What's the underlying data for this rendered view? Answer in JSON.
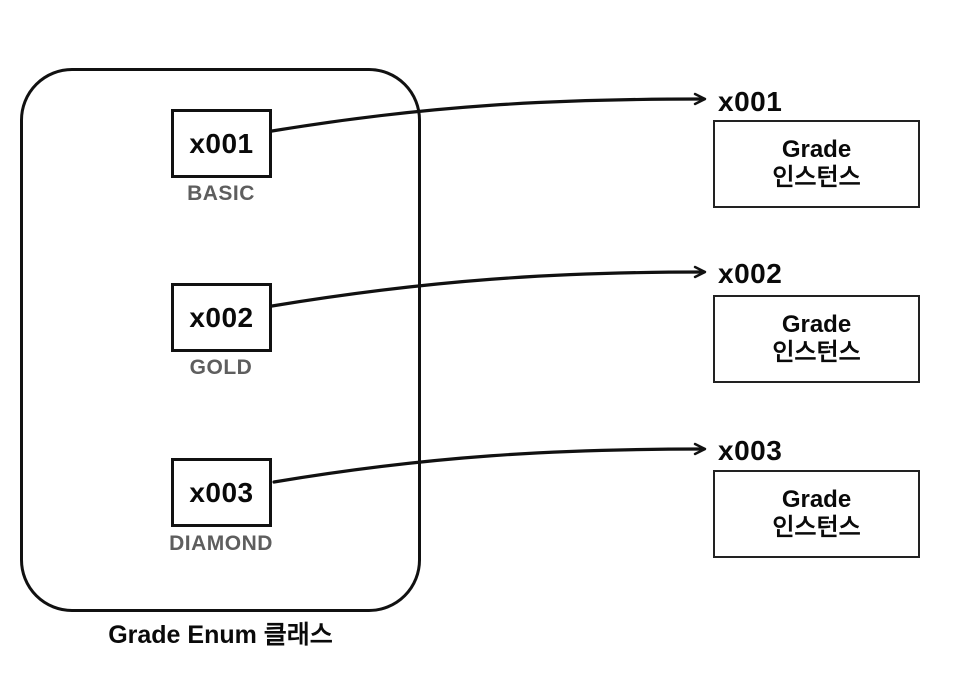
{
  "diagram": {
    "caption": "Grade Enum 클래스",
    "enum_entries": [
      {
        "ref": "x001",
        "name": "BASIC"
      },
      {
        "ref": "x002",
        "name": "GOLD"
      },
      {
        "ref": "x003",
        "name": "DIAMOND"
      }
    ],
    "instances": [
      {
        "pointer": "x001",
        "line1": "Grade",
        "line2": "인스턴스"
      },
      {
        "pointer": "x002",
        "line1": "Grade",
        "line2": "인스턴스"
      },
      {
        "pointer": "x003",
        "line1": "Grade",
        "line2": "인스턴스"
      }
    ],
    "colors": {
      "stroke": "#111111",
      "muted_label": "#5e5e5e",
      "background": "#ffffff",
      "text": "#0a0a0a"
    }
  }
}
